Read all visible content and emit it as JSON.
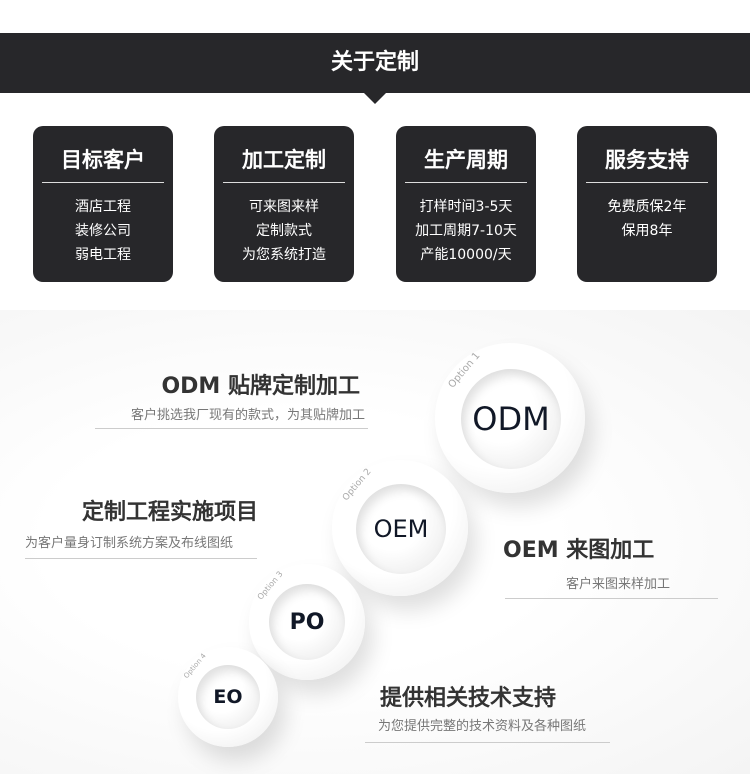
{
  "banner": {
    "title": "关于定制"
  },
  "cards": [
    {
      "title": "目标客户",
      "items": [
        "酒店工程",
        "装修公司",
        "弱电工程"
      ]
    },
    {
      "title": "加工定制",
      "items": [
        "可来图来样",
        "定制款式",
        "为您系统打造"
      ]
    },
    {
      "title": "生产周期",
      "items": [
        "打样时间3-5天",
        "加工周期7-10天",
        "产能10000/天"
      ]
    },
    {
      "title": "服务支持",
      "items": [
        "免费质保2年",
        "保用8年"
      ]
    }
  ],
  "options": [
    {
      "tag": "Option 1",
      "label": "ODM"
    },
    {
      "tag": "Option 2",
      "label": "OEM"
    },
    {
      "tag": "Option 3",
      "label": "PO"
    },
    {
      "tag": "Option 4",
      "label": "EO"
    }
  ],
  "blocks": [
    {
      "title": "ODM 贴牌定制加工",
      "sub": "客户挑选我厂现有的款式，为其贴牌加工"
    },
    {
      "title": "定制工程实施项目",
      "sub": "为客户量身订制系统方案及布线图纸"
    },
    {
      "title": "OEM 来图加工",
      "sub": "客户来图来样加工"
    },
    {
      "title": "提供相关技术支持",
      "sub": "为您提供完整的技术资料及各种图纸"
    }
  ]
}
